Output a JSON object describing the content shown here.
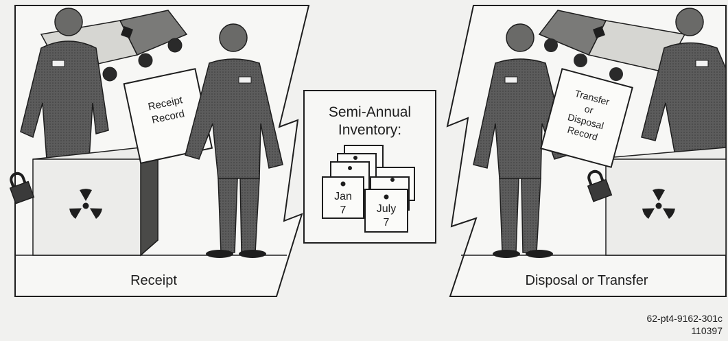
{
  "panels": {
    "receipt": {
      "caption": "Receipt",
      "document_lines": [
        "Receipt",
        "Record"
      ]
    },
    "inventory": {
      "title_lines": [
        "Semi-Annual",
        "Inventory:"
      ],
      "calendar_a": {
        "month": "Jan",
        "day": "7"
      },
      "calendar_b": {
        "month": "July",
        "day": "7"
      }
    },
    "disposal": {
      "caption": "Disposal or Transfer",
      "document_lines": [
        "Transfer",
        "or",
        "Disposal",
        "Record"
      ]
    }
  },
  "figure_id": {
    "line1": "62-pt4-9162-301c",
    "line2": "110397"
  },
  "icons": [
    "radiation-icon",
    "padlock-icon",
    "truck-icon",
    "worker-figure",
    "calendar-icon"
  ]
}
